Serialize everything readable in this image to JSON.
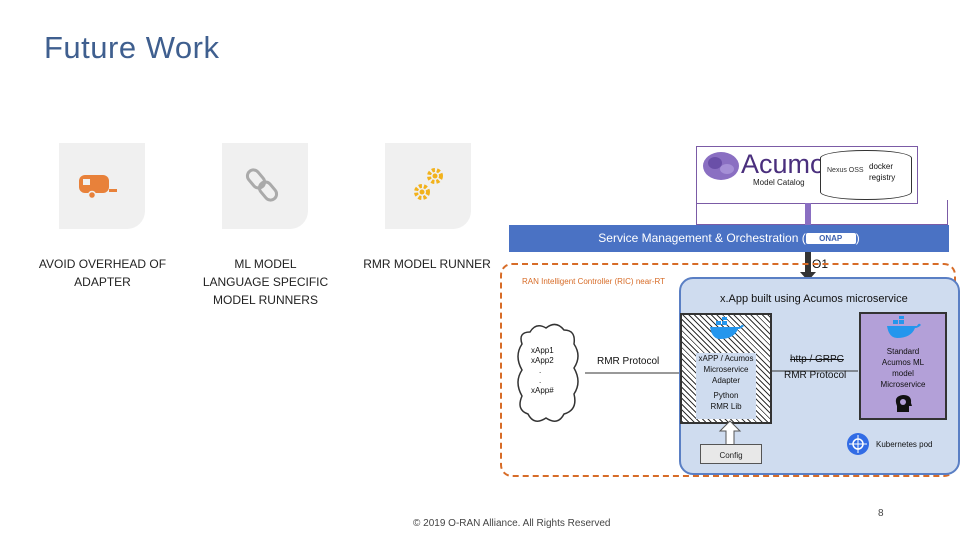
{
  "slide": {
    "title": "Future Work",
    "footer": "© 2019 O-RAN Alliance. All Rights Reserved",
    "page_number": "8"
  },
  "icons": [
    {
      "name": "caravan-icon",
      "color": "#e8813a"
    },
    {
      "name": "link-icon",
      "color": "#aaaaaa"
    },
    {
      "name": "gears-icon",
      "color": "#f2b21c"
    }
  ],
  "captions": {
    "avoid": [
      "AVOID OVERHEAD OF",
      "ADAPTER"
    ],
    "ml": [
      "ML MODEL",
      "LANGUAGE SPECIFIC",
      "MODEL RUNNERS"
    ],
    "rmr": "RMR MODEL RUNNER"
  },
  "diagram": {
    "acumos_logo": "Acumos",
    "model_catalog": "Model Catalog",
    "nexus": "Nexus OSS",
    "docker_registry": [
      "docker",
      "registry"
    ],
    "smo_label": "Service Management & Orchestration (",
    "onap": "ONAP",
    "smo_close": ")",
    "o1": "O1",
    "ric_label": "RAN Intelligent Controller (RIC) near-RT",
    "pod_label": "x.App built using Acumos microservice",
    "xapps": [
      "xApp1",
      "xApp2",
      ".",
      ".",
      "xApp#"
    ],
    "rmr_protocol": "RMR Protocol",
    "adapter": [
      "xAPP / Acumos",
      "Microservice",
      "Adapter"
    ],
    "python_rmr": [
      "Python",
      "RMR Lib"
    ],
    "http_grpc": "http / GRPC",
    "rmr_protocol2": "RMR Protocol",
    "standard": [
      "Standard",
      "Acumos ML",
      "model",
      "Microservice"
    ],
    "config": "Config",
    "kubernetes": "Kubernetes pod"
  },
  "colors": {
    "title": "#3f5f8f",
    "smo_bar": "#4a72c4",
    "ric_border": "#d76c28",
    "pod_fill": "#cfdcef",
    "acumos_purple": "#b3a0d8"
  }
}
